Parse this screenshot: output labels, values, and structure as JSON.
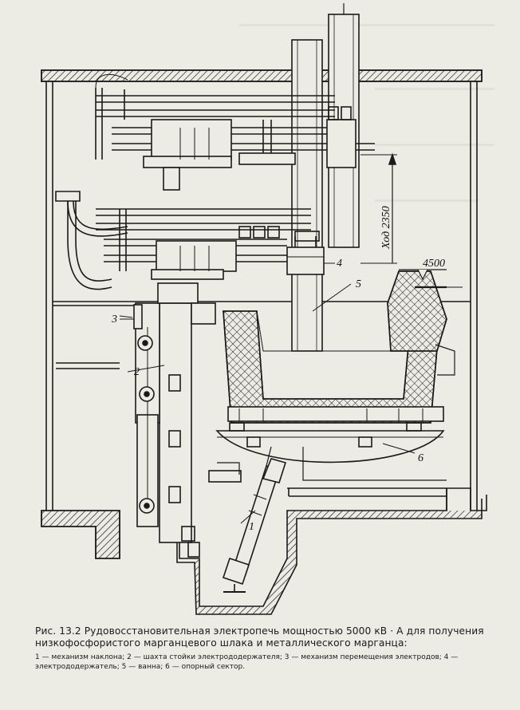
{
  "figure": {
    "labels": {
      "l1": "1",
      "l2": "2",
      "l3": "3",
      "l4": "4",
      "l5": "5",
      "l6": "6",
      "stroke": "Ход 2350",
      "level": "4500"
    }
  },
  "caption": {
    "title": "Рис. 13.2 Рудовосстановительная электропечь мощностью 5000 кВ · А для получения низкофосфористого марганцевого шлака и металлического марганца:",
    "legend": "1 — механизм наклона; 2 — шахта стойки электрододержателя; 3 — механизм перемещения электродов; 4 — электрододержатель; 5 — ванна; 6 — опорный сектор."
  },
  "colors": {
    "ink": "#1a1a1a",
    "paper": "#ecebe4",
    "hatch": "#222222"
  }
}
